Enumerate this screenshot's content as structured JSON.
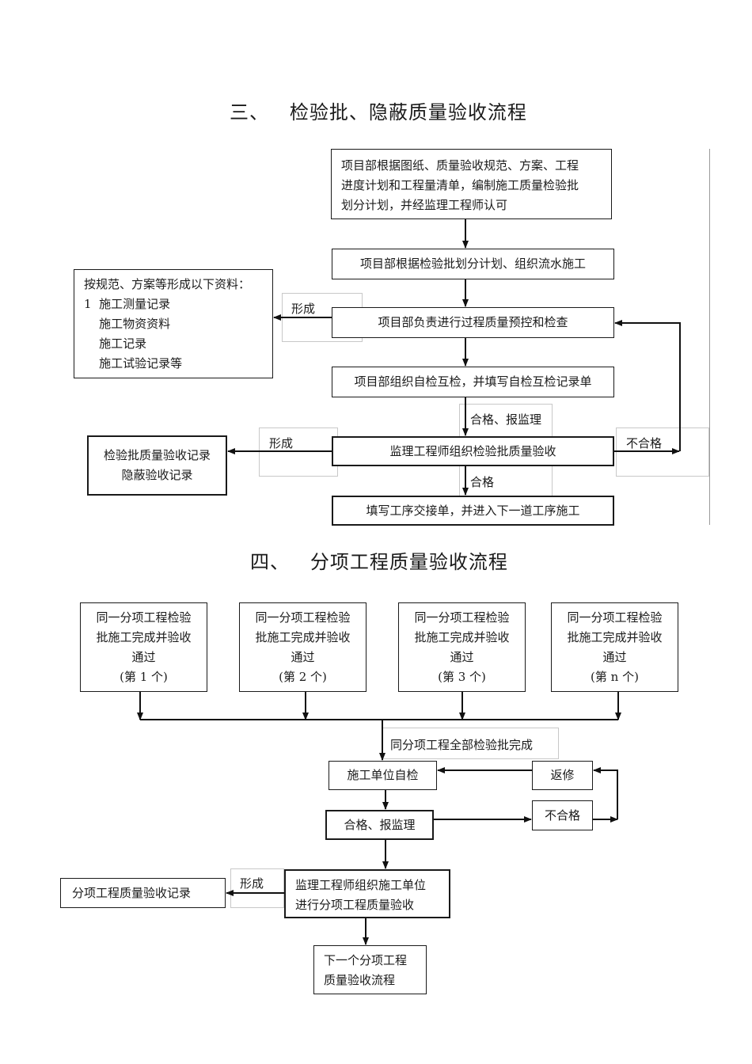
{
  "section3": {
    "title": "三、   检验批、隐蔽质量验收流程",
    "steps": {
      "plan": [
        "项目部根据图纸、质量验收规范、方案、工程",
        "进度计划和工程量清单，编制施工质量检验批",
        "划分计划，并经监理工程师认可"
      ],
      "organize": "项目部根据检验批划分计划、组织流水施工",
      "precontrol": "项目部负责进行过程质量预控和检查",
      "selfcheck": "项目部组织自检互检，并填写自检互检记录单",
      "supervisor": "监理工程师组织检验批质量验收",
      "handover": "填写工序交接单，并进入下一道工序施工"
    },
    "records_box": {
      "lines": [
        "按规范、方案等形成以下资料：",
        "1  施工测量记录",
        "    施工物资资料",
        "    施工记录",
        "    施工试验记录等"
      ]
    },
    "acceptance_box": [
      "检验批质量验收记录",
      "隐蔽验收记录"
    ],
    "labels": {
      "form1": "形成",
      "form2": "形成",
      "pass_report": "合格、报监理",
      "pass": "合格",
      "fail": "不合格"
    }
  },
  "section4": {
    "title": "四、   分项工程质量验收流程",
    "batches": [
      {
        "lines": [
          "同一分项工程检验",
          "批施工完成并验收",
          "通过",
          "(第 1 个)"
        ]
      },
      {
        "lines": [
          "同一分项工程检验",
          "批施工完成并验收",
          "通过",
          "(第 2 个)"
        ]
      },
      {
        "lines": [
          "同一分项工程检验",
          "批施工完成并验收",
          "通过",
          "(第 3 个)"
        ]
      },
      {
        "lines": [
          "同一分项工程检验",
          "批施工完成并验收",
          "通过",
          "(第  n 个)"
        ]
      }
    ],
    "all_done_label": "同分项工程全部检验批完成",
    "self_check": "施工单位自检",
    "rework": "返修",
    "pass_report": "合格、报监理",
    "fail": "不合格",
    "form_label": "形成",
    "supervisor": [
      "监理工程师组织施工单位",
      "进行分项工程质量验收"
    ],
    "record": "分项工程质量验收记录",
    "next": [
      "下一个分项工程",
      "质量验收流程"
    ]
  }
}
